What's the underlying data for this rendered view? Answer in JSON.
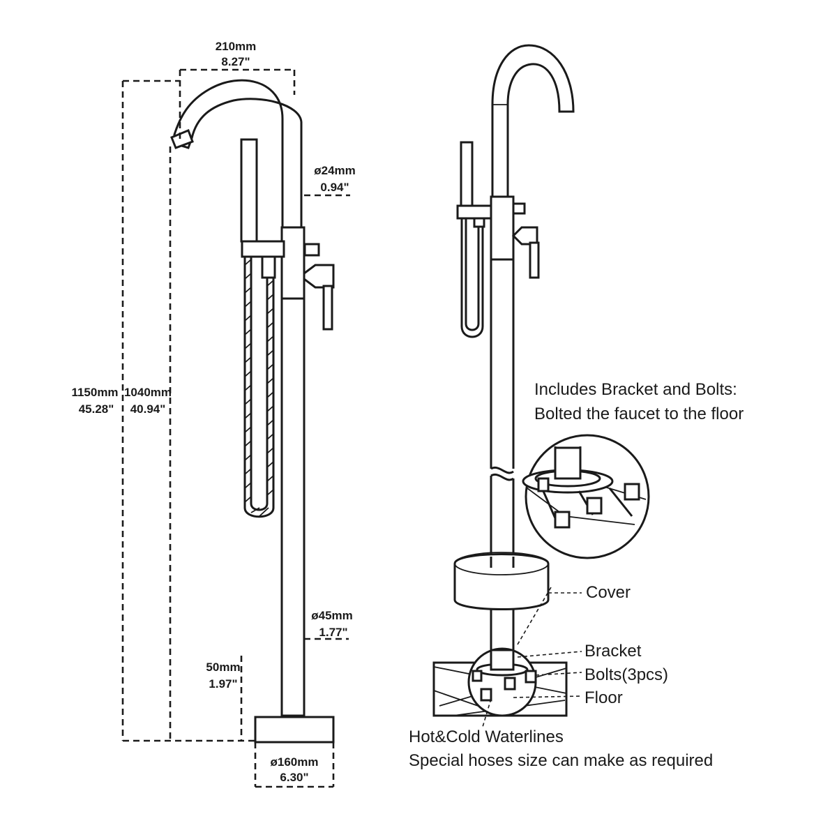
{
  "dimensions": {
    "spout_width": {
      "mm": "210mm",
      "inch": "8.27\""
    },
    "spout_pipe_diameter": {
      "mm": "ø24mm",
      "inch": "0.94\""
    },
    "total_height": {
      "mm": "1150mm",
      "inch": "45.28\""
    },
    "spout_height": {
      "mm": "1040mm",
      "inch": "40.94\""
    },
    "column_diameter": {
      "mm": "ø45mm",
      "inch": "1.77\""
    },
    "base_height": {
      "mm": "50mm",
      "inch": "1.97\""
    },
    "base_diameter": {
      "mm": "ø160mm",
      "inch": "6.30\""
    }
  },
  "notes": {
    "bracket_line1": "Includes Bracket and Bolts:",
    "bracket_line2": "Bolted the faucet to the floor",
    "waterlines_line1": "Hot&Cold Waterlines",
    "waterlines_line2": "Special hoses size can make as required"
  },
  "labels": {
    "cover": "Cover",
    "bracket": "Bracket",
    "bolts": "Bolts(3pcs)",
    "floor": "Floor"
  }
}
